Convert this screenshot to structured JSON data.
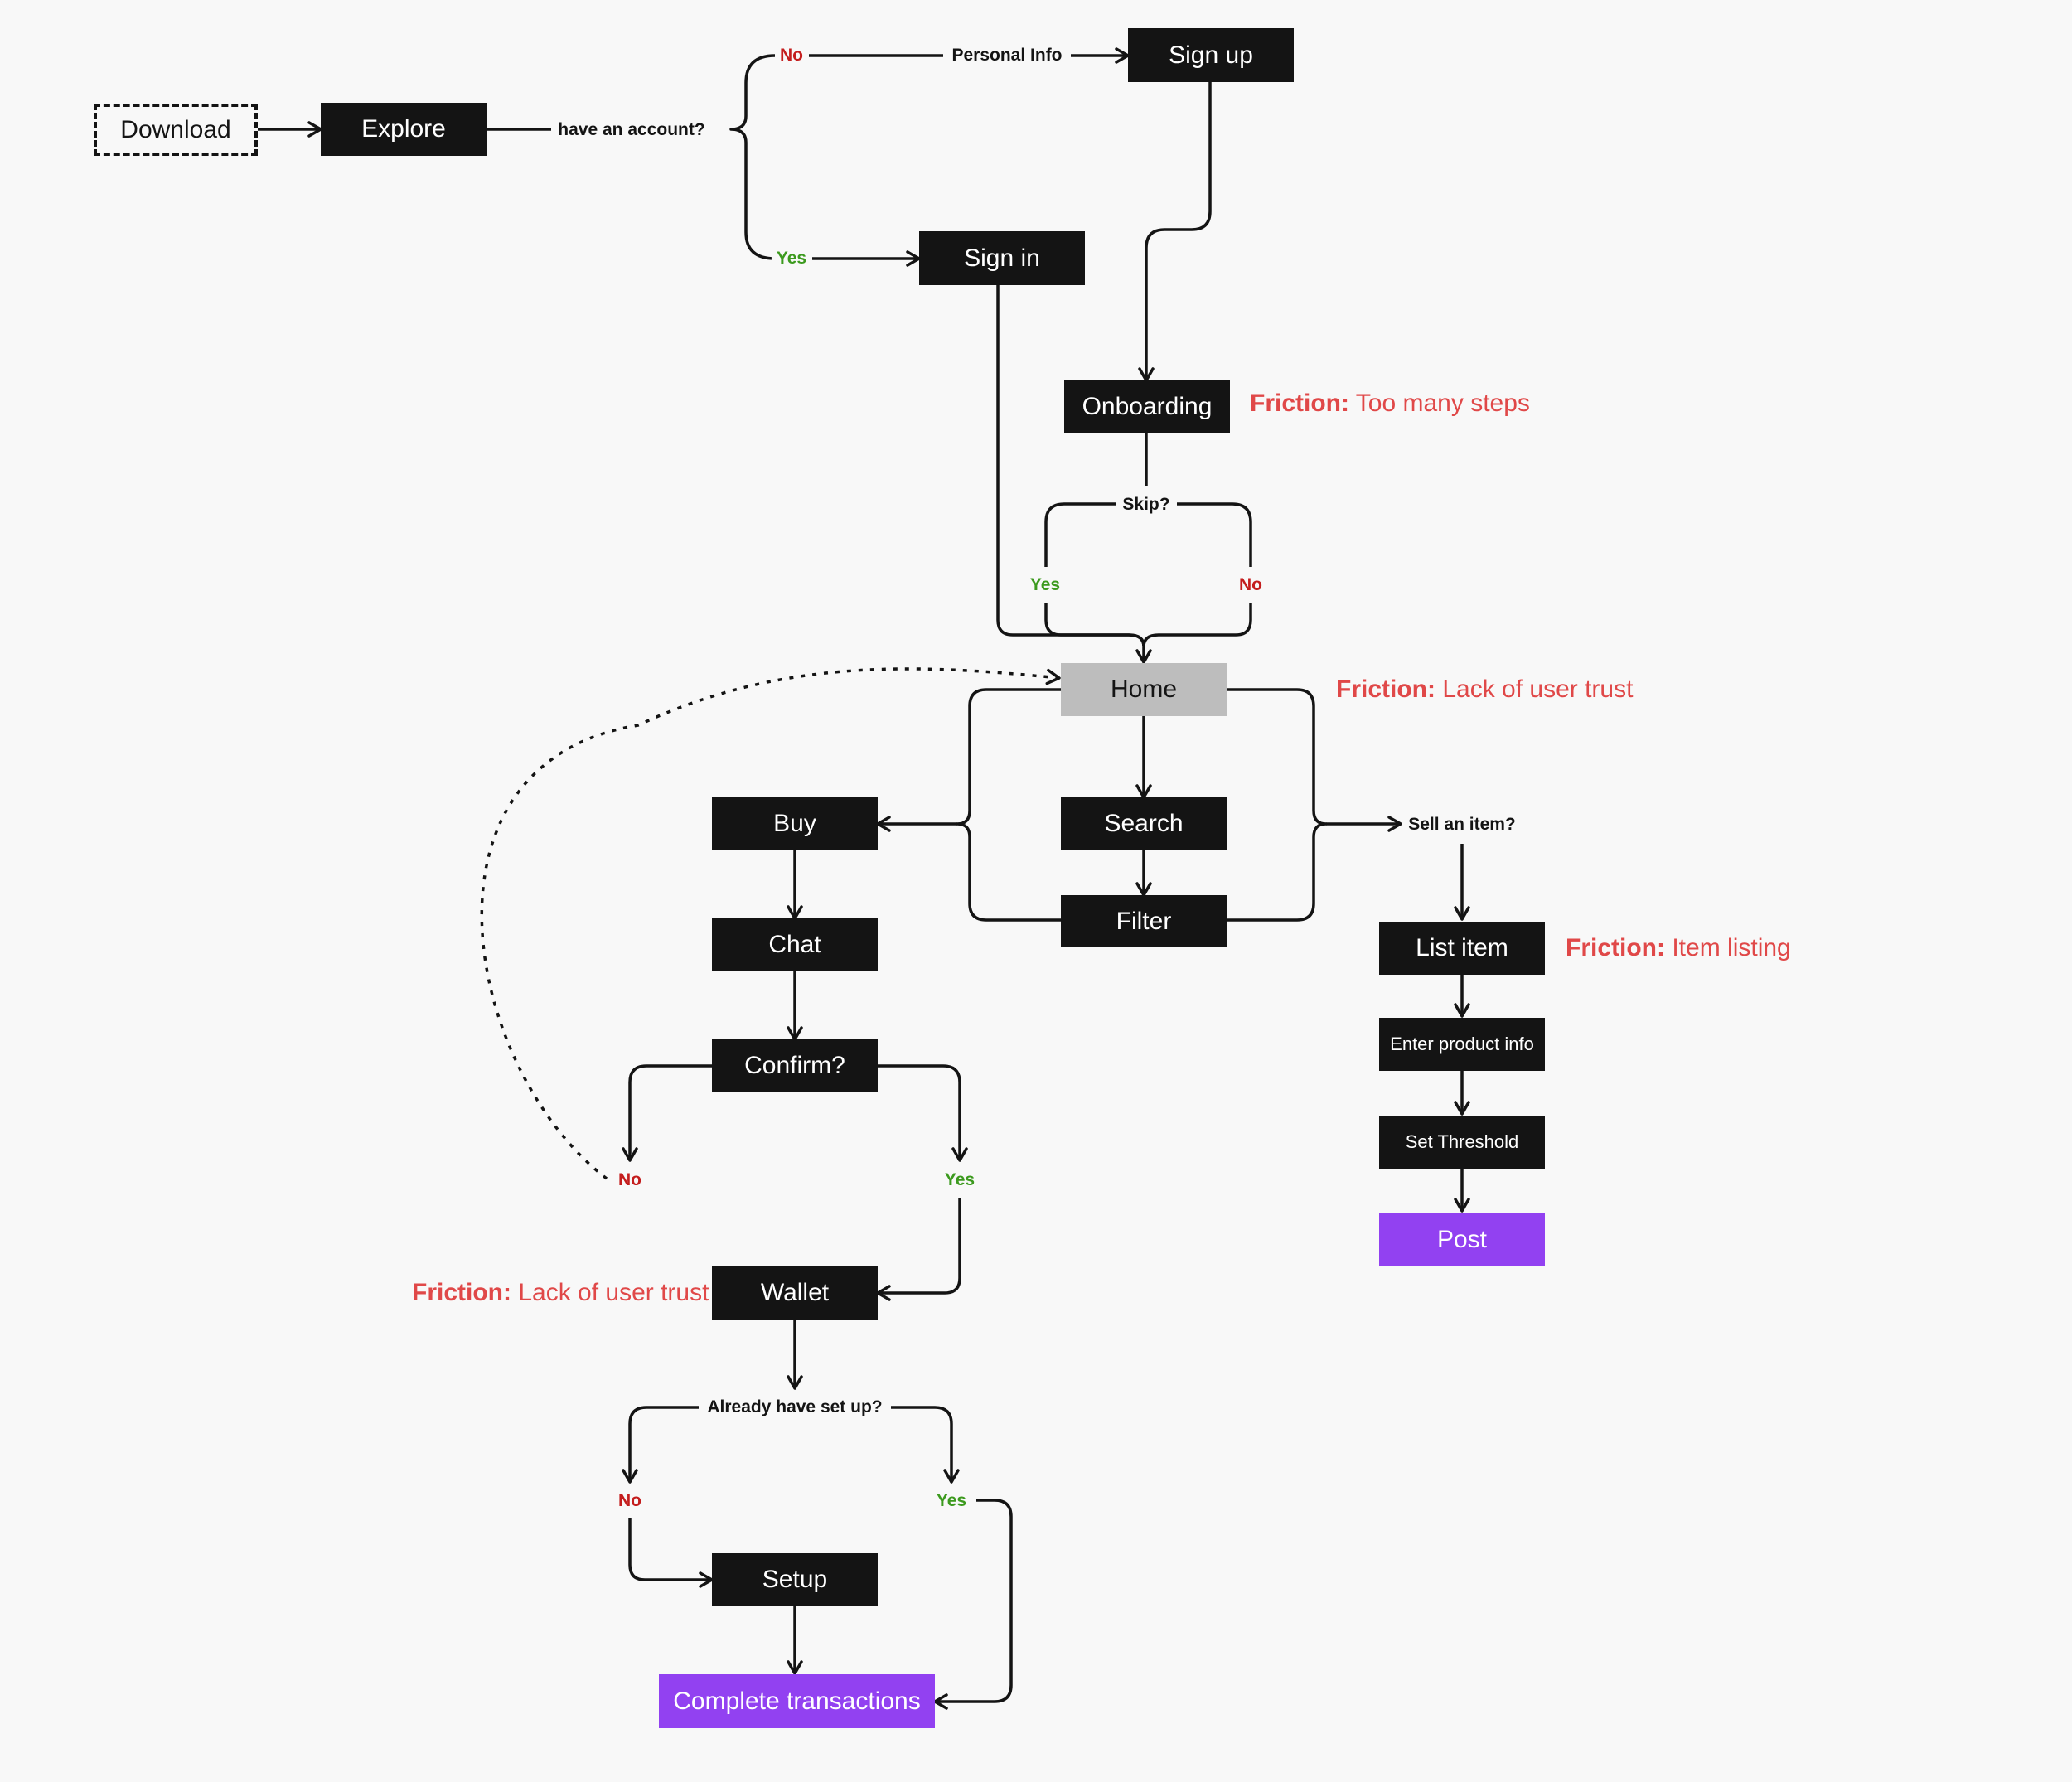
{
  "nodes": {
    "download": "Download",
    "explore": "Explore",
    "sign_up": "Sign up",
    "sign_in": "Sign in",
    "onboarding": "Onboarding",
    "home": "Home",
    "search": "Search",
    "filter": "Filter",
    "buy": "Buy",
    "chat": "Chat",
    "confirm": "Confirm?",
    "wallet": "Wallet",
    "setup": "Setup",
    "complete": "Complete transactions",
    "list_item": "List item",
    "enter_product_info": "Enter  product info",
    "set_threshold": "Set Threshold",
    "post": "Post"
  },
  "labels": {
    "have_account": "have an account?",
    "account_no": "No",
    "personal_info": "Personal Info",
    "account_yes": "Yes",
    "skip": "Skip?",
    "skip_yes": "Yes",
    "skip_no": "No",
    "sell_item": "Sell an item?",
    "confirm_no": "No",
    "confirm_yes": "Yes",
    "already_setup": "Already have set up?",
    "setup_no": "No",
    "setup_yes": "Yes"
  },
  "friction": {
    "prefix": "Friction:",
    "onboarding": "Too many steps",
    "home": "Lack of user trust",
    "list_item": "Item listing",
    "wallet": "Lack of user trust"
  },
  "colors": {
    "node": "#141414",
    "home_node": "#bdbdbd",
    "goal_node": "#9241f1",
    "no_label": "#c41d1d",
    "yes_label": "#3c9a1e",
    "friction": "#e04848"
  }
}
